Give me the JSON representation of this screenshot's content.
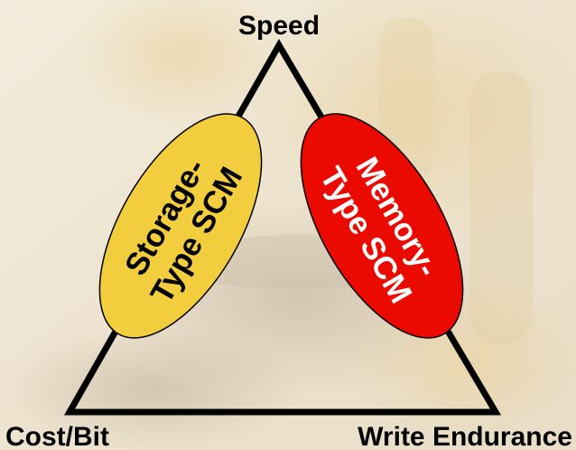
{
  "diagram": {
    "vertices": {
      "top": "Speed",
      "bottom_left": "Cost/Bit",
      "bottom_right": "Write Endurance"
    },
    "storage_scm": {
      "line1": "Storage-",
      "line2": "Type SCM",
      "fill": "#f2cd3d",
      "text_color": "#000000"
    },
    "memory_scm": {
      "line1": "Memory-",
      "line2": "Type SCM",
      "fill": "#ea0a00",
      "text_color": "#ffffff"
    },
    "triangle_stroke": "#000000",
    "background": "faded microscope photograph"
  }
}
